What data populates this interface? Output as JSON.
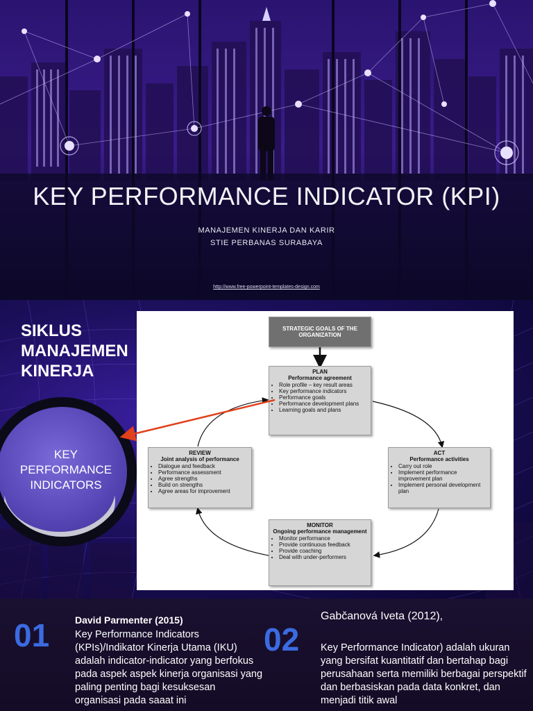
{
  "slide1": {
    "title": "KEY PERFORMANCE INDICATOR (KPI)",
    "subtitle_line1": "MANAJEMEN KINERJA DAN KARIR",
    "subtitle_line2": "STIE PERBANAS SURABAYA",
    "link": "http://www.free-powerpoint-templates-design.com"
  },
  "slide2": {
    "heading_line1": "SIKLUS",
    "heading_line2": "MANAJEMEN",
    "heading_line3": "KINERJA",
    "circle_line1": "KEY",
    "circle_line2": "PERFORMANCE",
    "circle_line3": "INDICATORS",
    "arrow_color": "#e0401a",
    "diagram": {
      "strategic": "STRATEGIC GOALS OF THE ORGANIZATION",
      "plan": {
        "title": "PLAN",
        "subtitle": "Performance agreement",
        "items": [
          "Role profile – key result areas",
          "Key performance indicators",
          "Performance goals",
          "Performance development plans",
          "Learning goals and plans"
        ]
      },
      "act": {
        "title": "ACT",
        "subtitle": "Performance activities",
        "items": [
          "Carry out role",
          "Implement performance improvement plan",
          "Implement personal development plan"
        ]
      },
      "monitor": {
        "title": "MONITOR",
        "subtitle": "Ongoing performance management",
        "items": [
          "Monitor performance",
          "Provide continuous feedback",
          "Provide coaching",
          "Deal with under-performers"
        ]
      },
      "review": {
        "title": "REVIEW",
        "subtitle": "Joint analysis of performance",
        "items": [
          "Dialogue and feedback",
          "Performance assessment",
          "Agree strengths",
          "Build on strengths",
          "Agree areas for improvement"
        ]
      }
    }
  },
  "slide3": {
    "num1": "01",
    "author1": "David Parmenter (2015)",
    "text1": "Key Performance Indicators (KPIs)/Indikator Kinerja Utama (IKU) adalah indicator-indicator yang berfokus pada aspek aspek kinerja organisasi yang paling penting bagi kesuksesan organisasi pada saaat ini",
    "num2": "02",
    "author2": "Gabčanová Iveta (2012),",
    "text2": "Key Performance Indicator) adalah ukuran yang bersifat kuantitatif dan bertahap bagi perusahaan serta memiliki berbagai perspektif dan berbasiskan pada data konkret, dan menjadi titik awal"
  }
}
